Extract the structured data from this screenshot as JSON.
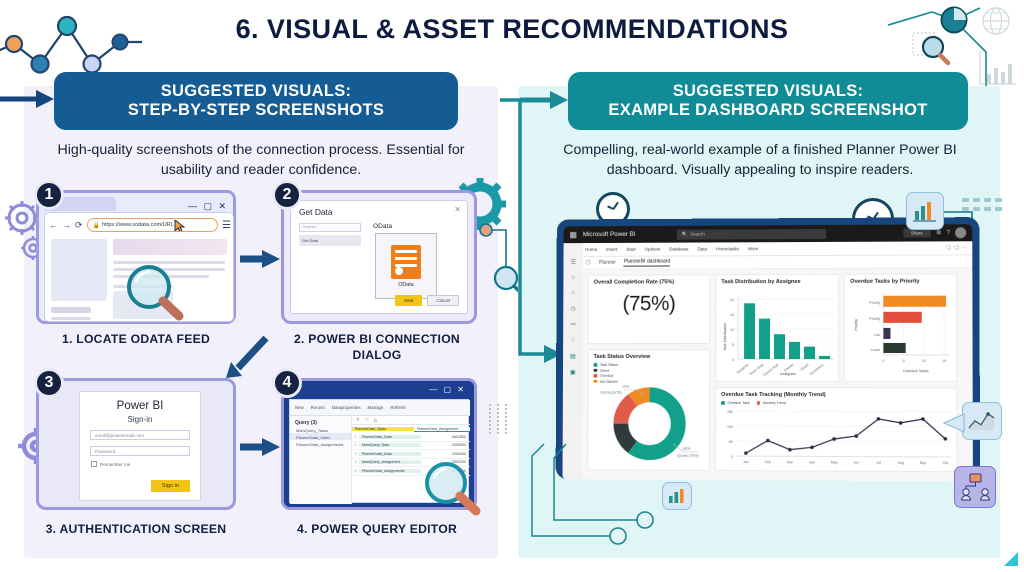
{
  "header": {
    "title": "6. VISUAL & ASSET RECOMMENDATIONS"
  },
  "panels": {
    "left": {
      "pill_line1": "SUGGESTED VISUALS:",
      "pill_line2": "STEP-BY-STEP SCREENSHOTS",
      "pill_color": "#155b94",
      "description": "High-quality screenshots of the connection process. Essential for usability and reader confidence.",
      "background": "#f2f1fb"
    },
    "right": {
      "pill_line1": "SUGGESTED VISUALS:",
      "pill_line2": "EXAMPLE DASHBOARD SCREENSHOT",
      "pill_color": "#0f8c96",
      "description": "Compelling, real-world example of a finished Planner Power BI dashboard. Visually appealing to inspire readers.",
      "background": "#e0f5f5"
    }
  },
  "steps": [
    {
      "number": "1",
      "caption": "1. LOCATE ODATA FEED"
    },
    {
      "number": "2",
      "caption": "2. POWER BI CONNECTION DIALOG"
    },
    {
      "number": "3",
      "caption": "3. AUTHENTICATION SCREEN"
    },
    {
      "number": "4",
      "caption": "4. POWER QUERY EDITOR"
    }
  ],
  "step1_browser": {
    "url": "https://www.sodata.com/URL",
    "lock_icon": "lock-icon",
    "back_icon": "arrow-left-icon",
    "forward_icon": "arrow-right-icon",
    "reload_icon": "reload-icon",
    "menu_icon": "hamburger-menu-icon",
    "cursor_icon": "cursor-pointer-icon",
    "magnifier_icon": "magnifier-icon",
    "window_controls": "— ▢ ✕"
  },
  "step2_dialog": {
    "title": "Get Data",
    "close_icon": "close-icon",
    "search_placeholder": "Search",
    "list_item": "Get Data",
    "category_label": "OData",
    "tile_label": "OData",
    "tile_icon": "odata-feed-icon",
    "connect_button": "Next",
    "cancel_button": "Cancel"
  },
  "step3_signin": {
    "brand": "Power BI",
    "subtitle": "Sign-in",
    "email_value": "email@poweremail.com",
    "password_value": "Password",
    "remember_label": "Remember me",
    "submit_button": "Sign in"
  },
  "step4_query": {
    "window_controls": "— ▢ ✕",
    "ribbon": [
      "New",
      "Recent",
      "Dataproperties",
      "Manage",
      "Refresh"
    ],
    "queries_header": "Query (3)",
    "collapse_icon": "chevron-left-icon",
    "queries": [
      "MainQuery_Tasks",
      "PlannerData_Index",
      "PlannerData_Assignments"
    ],
    "selected_query": "PlannerData_Index",
    "formula_icons": [
      "close-icon",
      "check-icon",
      "fx-icon"
    ],
    "columns": [
      "PlannerData_Tasks",
      "PlannerData_Assignment"
    ],
    "rows": [
      {
        "n": "1",
        "name": "PlannerData_Data",
        "value": "2A01500"
      },
      {
        "n": "2",
        "name": "MainQuery_Data",
        "value": "2092000"
      },
      {
        "n": "3",
        "name": "PlannerData_Data",
        "value": "2063400"
      },
      {
        "n": "4",
        "name": "MainQuery_Assignment",
        "value": "2092200"
      },
      {
        "n": "5",
        "name": "PlannerData_Assignments",
        "value": "6302400"
      }
    ]
  },
  "dashboard": {
    "brand": "Microsoft Power BI",
    "waffle_icon": "waffle-grid-icon",
    "search_placeholder": "Search",
    "search_icon": "search-icon",
    "share_button": "Share",
    "settings_icon": "gear-icon",
    "help_icon": "help-icon",
    "avatar": "user-avatar",
    "ribbon": [
      "Home",
      "Insert",
      "Start",
      "Options",
      "Database",
      "Data",
      "Hometasks",
      "More"
    ],
    "ribbon_overflow_icon": "ellipsis-icon",
    "ribbon_right_icons": [
      "comment-icon",
      "comment-icon",
      "ellipsis-icon"
    ],
    "breadcrumb": [
      "Planner",
      "PlannerBI dashboard"
    ],
    "breadcrumb_icon": "clock-icon",
    "nav_icons": [
      "home-icon",
      "favorites-icon",
      "recent-icon",
      "apps-icon",
      "shared-icon",
      "workspaces-icon",
      "report-icon"
    ],
    "accent_green": "#12836b",
    "accent_orange": "#ef8b22"
  },
  "chart_data": [
    {
      "type": "kpi",
      "title": "Overall Completion Rate (75%)",
      "value": "(75%)"
    },
    {
      "type": "bar",
      "title": "Task Distribution by Assignee",
      "xlabel": "Assignee",
      "ylabel": "Task Distribution",
      "categories": [
        "Assignee",
        "Team Ortiz",
        "Charlie Rae",
        "Charlie",
        "Stuart",
        "Summerez"
      ],
      "values": [
        18,
        13,
        8,
        5.5,
        4,
        1
      ],
      "ylim": [
        0,
        20
      ],
      "yticks": [
        0,
        5,
        10,
        15,
        20
      ],
      "color": "#13a08a",
      "grid": true
    },
    {
      "type": "bar",
      "orientation": "horizontal",
      "title": "Overdue Tasks by Priority",
      "xlabel": "Overdue Tasks",
      "ylabel": "Priority",
      "categories": [
        "Priority",
        "Priority",
        "Low",
        "Lower"
      ],
      "values": [
        14,
        8.5,
        1.5,
        5
      ],
      "colors": [
        "#ef8b22",
        "#e24f3d",
        "#3b3250",
        "#2a3a31"
      ],
      "xlim": [
        0,
        15
      ],
      "xticks": [
        0,
        5,
        10,
        15
      ],
      "grid": true
    },
    {
      "type": "pie",
      "subtype": "donut",
      "title": "Task Status Overview",
      "legend": [
        "Task Status",
        "Direct",
        "Overdue",
        "Not Started"
      ],
      "legend_colors": [
        "#13a08a",
        "#2f3a3d",
        "#e25a4a",
        "#ef8b22"
      ],
      "labels": [
        "60% (Done) (75%)",
        "10% (100% (20/75))"
      ],
      "values": [
        60,
        15,
        15,
        10
      ],
      "slice_colors": [
        "#13a08a",
        "#2f3a3d",
        "#e25a4a",
        "#ef8b22"
      ]
    },
    {
      "type": "line",
      "title": "Overdue Task Tracking (Monthly Trend)",
      "legend": [
        "Overdue Task",
        "Monthly Trend"
      ],
      "legend_colors": [
        "#13a08a",
        "#e25a4a"
      ],
      "x": [
        "Jan",
        "Feb",
        "Mar",
        "Apr",
        "May",
        "Jun",
        "Jul",
        "Aug",
        "Sep",
        "Oct"
      ],
      "values": [
        10,
        52,
        22,
        30,
        58,
        68,
        125,
        112,
        125,
        60
      ],
      "ylim": [
        0,
        150
      ],
      "yticks": [
        0,
        50,
        100,
        150
      ],
      "color": "#2b2b44",
      "grid": true
    }
  ],
  "decor": {
    "node_graph_icon": "node-link-graph-icon",
    "pie_icon": "pie-chart-icon",
    "globe_icon": "globe-icon",
    "magnifier_icon": "magnifier-icon",
    "bar_icon": "bar-chart-icon",
    "clock_icon": "clock-icon",
    "gear_icon": "gear-icon",
    "trend_badge_icon": "line-chart-icon",
    "people_badge_icon": "org-chart-people-icon",
    "barchart_badge_icon": "bar-chart-icon",
    "arrow_icon": "arrow-right-icon"
  }
}
